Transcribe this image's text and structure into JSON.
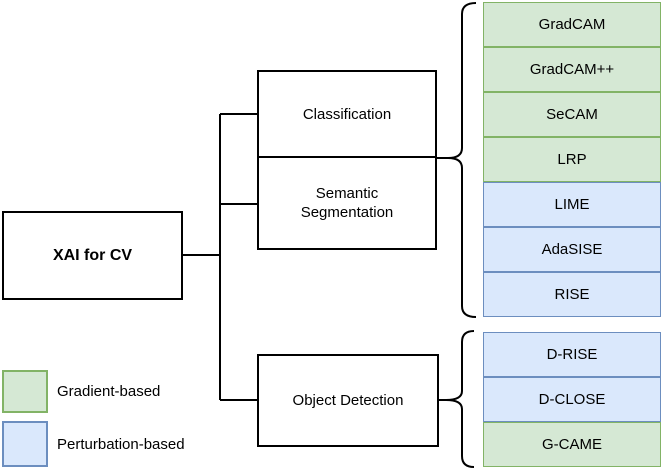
{
  "root": {
    "label": "XAI for CV"
  },
  "tasks": {
    "classification": {
      "label": "Classification"
    },
    "semantic_segmentation": {
      "label": "Semantic Segmentation",
      "line1": "Semantic",
      "line2": "Segmentation"
    },
    "object_detection": {
      "label": "Object Detection"
    }
  },
  "methods": {
    "classification_and_segmentation": [
      {
        "label": "GradCAM",
        "category": "gradient-based"
      },
      {
        "label": "GradCAM++",
        "category": "gradient-based"
      },
      {
        "label": "SeCAM",
        "category": "gradient-based"
      },
      {
        "label": "LRP",
        "category": "gradient-based"
      },
      {
        "label": "LIME",
        "category": "perturbation-based"
      },
      {
        "label": "AdaSISE",
        "category": "perturbation-based"
      },
      {
        "label": "RISE",
        "category": "perturbation-based"
      }
    ],
    "object_detection": [
      {
        "label": "D-RISE",
        "category": "perturbation-based"
      },
      {
        "label": "D-CLOSE",
        "category": "perturbation-based"
      },
      {
        "label": "G-CAME",
        "category": "gradient-based"
      }
    ]
  },
  "legend": {
    "gradient": {
      "label": "Gradient-based"
    },
    "perturbation": {
      "label": "Perturbation-based"
    }
  },
  "colors": {
    "gradient_fill": "#d5e8d4",
    "gradient_border": "#82b366",
    "perturbation_fill": "#dae8fc",
    "perturbation_border": "#6c8ebf",
    "line": "#000000",
    "background": "#ffffff"
  }
}
